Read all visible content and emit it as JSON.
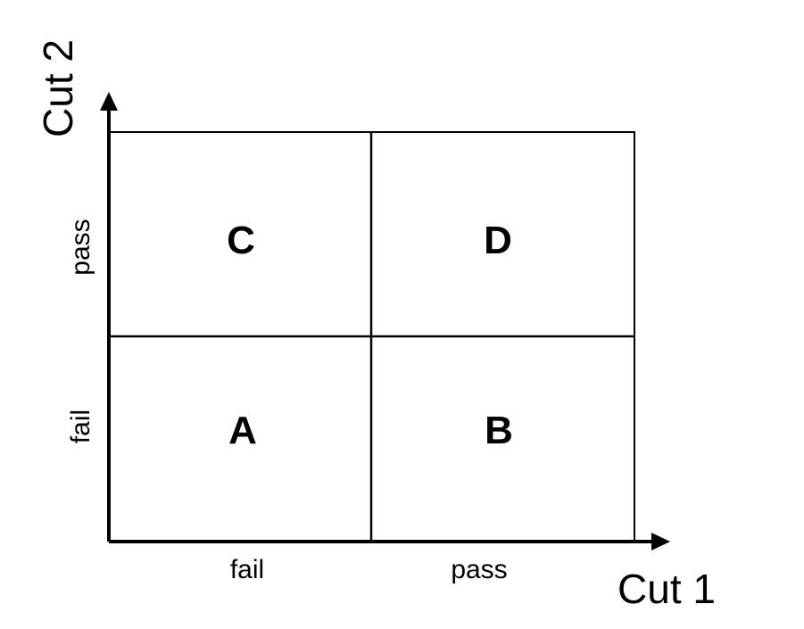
{
  "axes": {
    "x_title": "Cut 1",
    "y_title": "Cut 2",
    "x_ticks": [
      "fail",
      "pass"
    ],
    "y_ticks": [
      "fail",
      "pass"
    ]
  },
  "regions": {
    "bottom_left": "A",
    "bottom_right": "B",
    "top_left": "C",
    "top_right": "D"
  },
  "colors": {
    "line": "#000000",
    "background": "#ffffff"
  }
}
